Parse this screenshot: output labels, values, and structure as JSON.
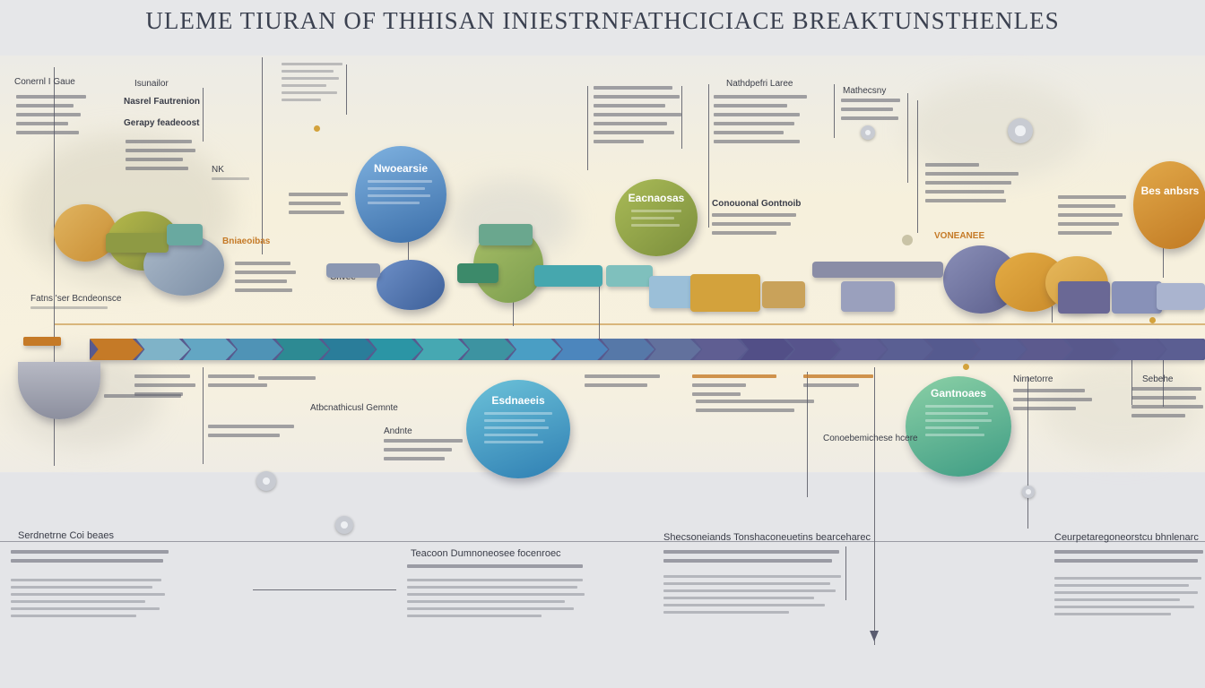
{
  "title": "ULEME  TIURAN OF THHISAN INIESTRNFATHCICIACE BREAKTUNSTHENLES",
  "labels": {
    "top_left_a": "Conernl I Gaue",
    "top_left_b": "Isunailor",
    "col1_line1": "Nasrel Fautrenion",
    "col1_line2": "Gerapy feadeoost",
    "note_nk": "NK",
    "bubble_blue_title": "Nwoearsie",
    "bubble_green_title": "Eacnaosas",
    "bubble_orange_title": "Bes anbsrs",
    "label_left_mid": "Fatns  'ser Bcndeonsce",
    "orange_callout": "Bniaeoibas",
    "orange_right_tag": "VONEANEE",
    "mid_cap_a": "Conouonal Gontnoib",
    "mid_cap_b": "Cnvee",
    "right_cap_a": "Nathdpefri Laree",
    "right_cap_b": "Mathecsny",
    "bubble_lowblue_title": "Esdnaeeis",
    "bubble_lowgreen_title": "Gantnoaes",
    "lower_mid_a": "Atbcnathicusl Gemnte",
    "lower_mid_b": "Andnte",
    "lower_right_cap": "Conoebemichese hcere",
    "foot_left": "Serdnetrne Coi beaes",
    "foot_mid": "Teacoon Dumnoneosee focenroec",
    "foot_mid2": "Shecsoneiands Tonshaconeuetins bearceharec",
    "foot_right": "Ceurpetaregoneorstcu bhnlenarc",
    "under_right_a": "Nirnetorre",
    "under_right_b": "Sebehe"
  },
  "colors": {
    "blue": "#4a7fb8",
    "teal": "#3d9ba0",
    "olive": "#8f9a3e",
    "gold": "#d3a23c",
    "purple": "#5c5e93",
    "slate": "#6e6f86",
    "orange": "#d79a2e"
  },
  "timeline_segments": [
    "#c57a27",
    "#7fb3c8",
    "#63a6c3",
    "#4f93b6",
    "#2d8a93",
    "#2a7d9a",
    "#2b95a5",
    "#46a8b2",
    "#3d93a1",
    "#4a9ec4",
    "#4c86bd",
    "#5678a8",
    "#62719d",
    "#5f5e92",
    "#524f87",
    "#57548c",
    "#5c5c93",
    "#5a5f93",
    "#555a8f",
    "#585c92",
    "#5c5a8e",
    "#58588c",
    "#5a5b90",
    "#5b5e92"
  ],
  "legend_icons": [
    "info-node-icon",
    "info-node-icon",
    "info-node-icon"
  ]
}
